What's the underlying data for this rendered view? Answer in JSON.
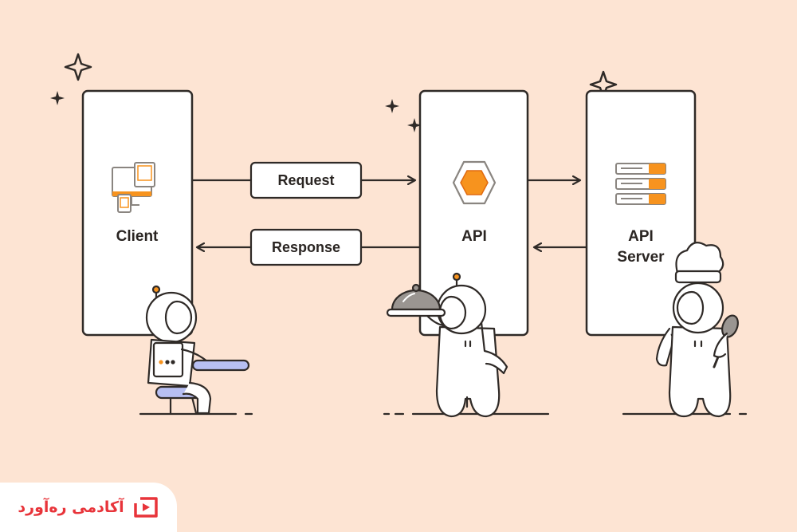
{
  "colors": {
    "background": "#fde4d3",
    "panel": "#ffffff",
    "stroke": "#2f2a27",
    "accent_orange": "#f7931e",
    "accent_lavender": "#b7bff2",
    "brand_red": "#e8343a"
  },
  "nodes": {
    "client": {
      "label": "Client",
      "icon": "devices-icon"
    },
    "api": {
      "label": "API",
      "icon": "hexagon-icon"
    },
    "server": {
      "label_line1": "API",
      "label_line2": "Server",
      "icon": "server-stack-icon"
    }
  },
  "edges": {
    "request": {
      "label": "Request"
    },
    "response": {
      "label": "Response"
    }
  },
  "characters": [
    {
      "name": "astronaut-seated",
      "role": "client"
    },
    {
      "name": "astronaut-waiter",
      "role": "api",
      "icon": "cloche-icon"
    },
    {
      "name": "astronaut-chef",
      "role": "server",
      "icon": "chef-hat-icon"
    }
  ],
  "brand": {
    "name": "آکادمی ره‌آورد",
    "logo": "play-logo-icon"
  }
}
